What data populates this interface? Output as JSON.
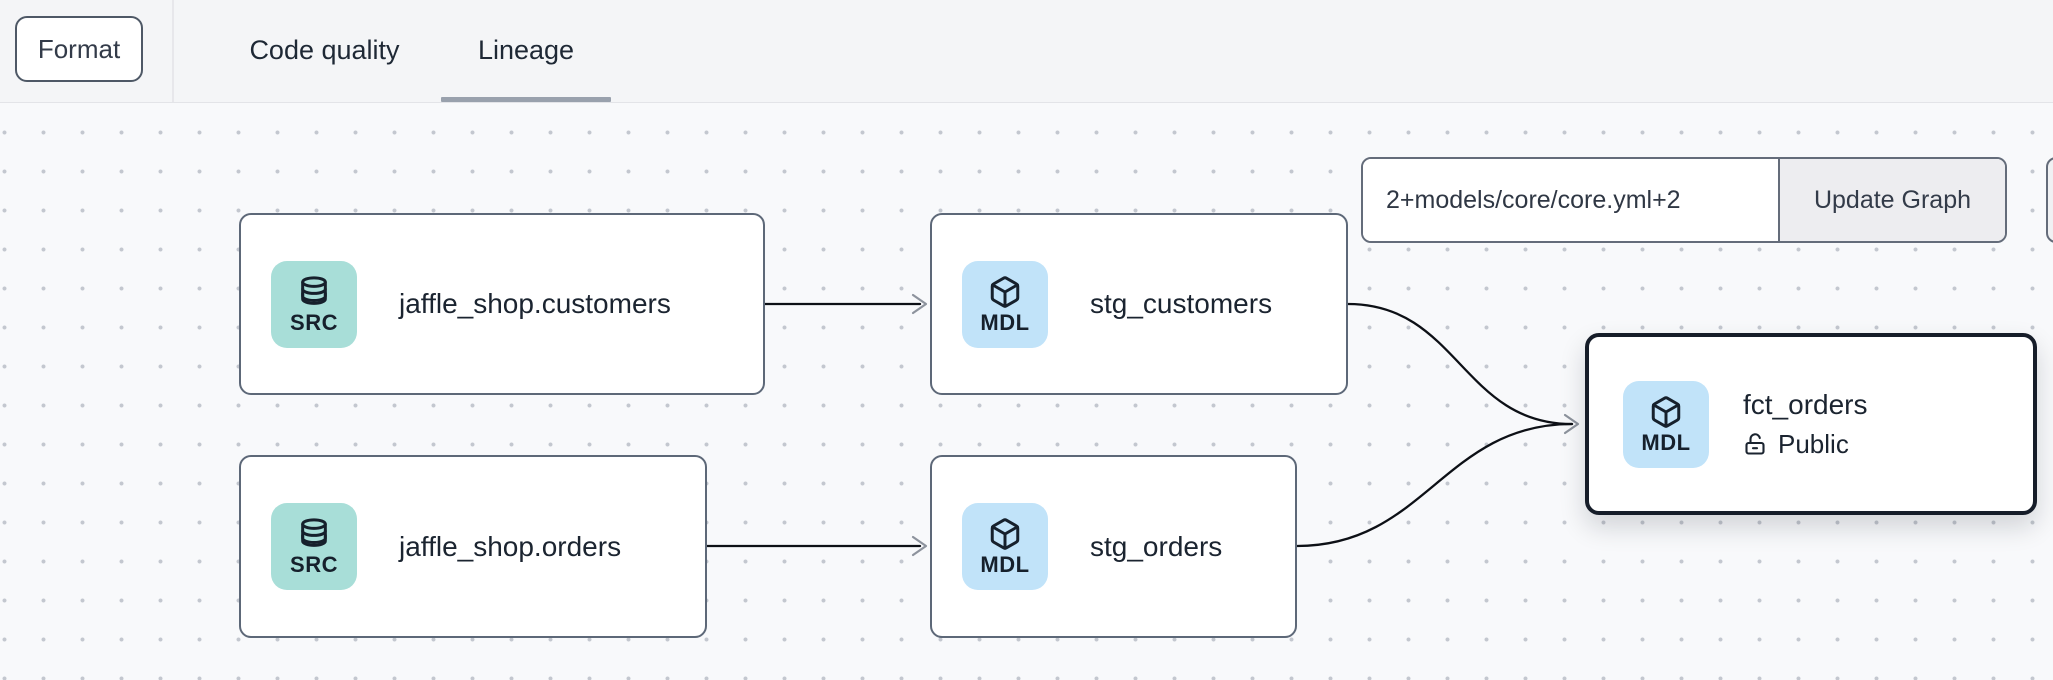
{
  "toolbar": {
    "format_label": "Format",
    "tabs": {
      "code_quality": "Code quality",
      "lineage": "Lineage",
      "active_tab": "Lineage"
    }
  },
  "lineage_controls": {
    "selector_value": "2+models/core/core.yml+2",
    "update_button_label": "Update Graph"
  },
  "graph": {
    "nodes": [
      {
        "label": "jaffle_shop.customers",
        "badge": "SRC",
        "icon": "database-icon",
        "selected": false
      },
      {
        "label": "stg_customers",
        "badge": "MDL",
        "icon": "cube-icon",
        "selected": false
      },
      {
        "label": "jaffle_shop.orders",
        "badge": "SRC",
        "icon": "database-icon",
        "selected": false
      },
      {
        "label": "stg_orders",
        "badge": "MDL",
        "icon": "cube-icon",
        "selected": false
      },
      {
        "label": "fct_orders",
        "badge": "MDL",
        "icon": "cube-icon",
        "selected": true,
        "access_icon": "unlock-icon",
        "access_label": "Public"
      }
    ],
    "edges": [
      {
        "from": "jaffle_shop.customers",
        "to": "stg_customers"
      },
      {
        "from": "jaffle_shop.orders",
        "to": "stg_orders"
      },
      {
        "from": "stg_customers",
        "to": "fct_orders"
      },
      {
        "from": "stg_orders",
        "to": "fct_orders"
      }
    ]
  },
  "colors": {
    "source_badge_bg": "#a8ded8",
    "model_badge_bg": "#c1e3f9",
    "node_border": "#5d6878",
    "selected_node_border": "#161d29",
    "edge": "#0d1016",
    "arrowhead": "#8d939d",
    "canvas_bg": "#f8f9fb",
    "toolbar_bg": "#f4f5f7",
    "tab_underline": "#99a1ad"
  }
}
